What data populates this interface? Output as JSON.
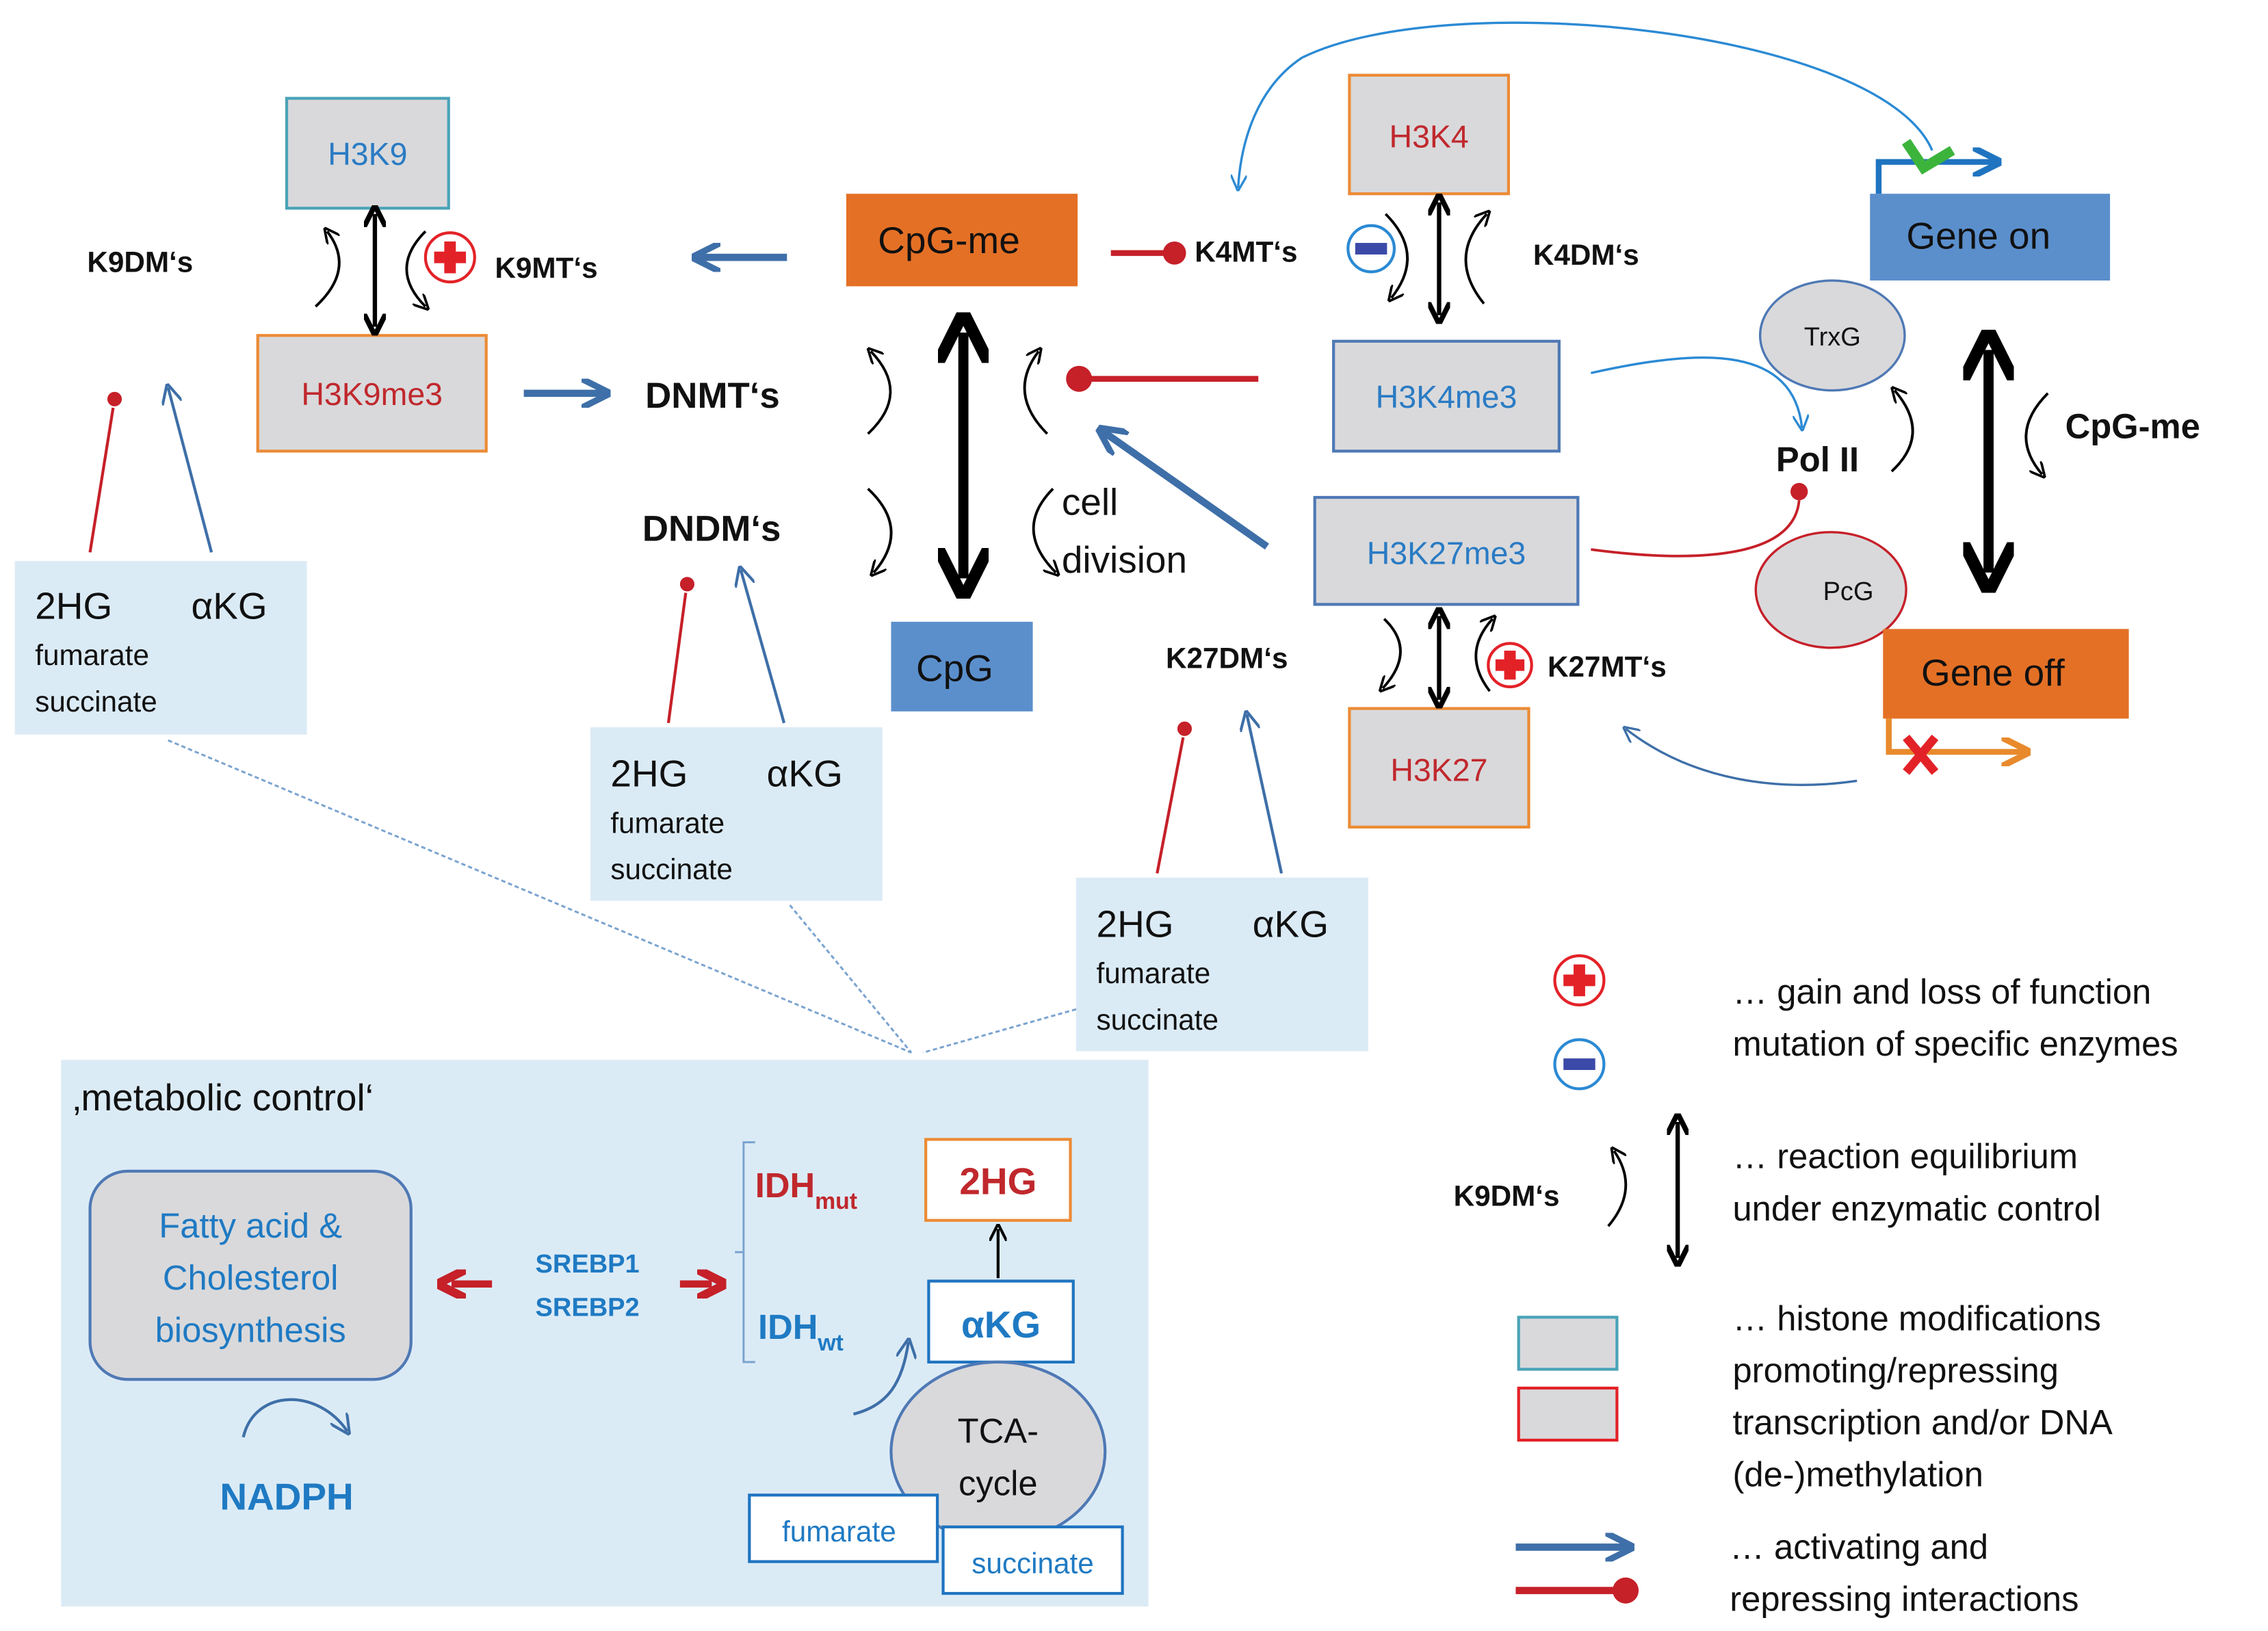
{
  "nodes": {
    "h3k9": "H3K9",
    "h3k9me3": "H3K9me3",
    "cpg_me": "CpG-me",
    "cpg": "CpG",
    "h3k4": "H3K4",
    "h3k4me3": "H3K4me3",
    "h3k27me3": "H3K27me3",
    "h3k27": "H3K27",
    "gene_on": "Gene on",
    "gene_off": "Gene off",
    "trxg": "TrxG",
    "pcg": "PcG",
    "pol2": "Pol II"
  },
  "enzymes": {
    "k9dm": "K9DM‘s",
    "k9mt": "K9MT‘s",
    "dnmt": "DNMT‘s",
    "dndm": "DNDM‘s",
    "k4mt": "K4MT‘s",
    "k4dm": "K4DM‘s",
    "k27dm": "K27DM‘s",
    "k27mt": "K27MT‘s",
    "cpg_me_right": "CpG-me",
    "cell": "cell",
    "division": "division"
  },
  "metabolite_boxes": [
    {
      "a": "2HG",
      "b": "αKG",
      "c": "fumarate",
      "d": "succinate"
    },
    {
      "a": "2HG",
      "b": "αKG",
      "c": "fumarate",
      "d": "succinate"
    },
    {
      "a": "2HG",
      "b": "αKG",
      "c": "fumarate",
      "d": "succinate"
    }
  ],
  "metabolic": {
    "title": "‚metabolic control‘",
    "fatty_1": "Fatty acid &",
    "fatty_2": "Cholesterol",
    "fatty_3": "biosynthesis",
    "nadph": "NADPH",
    "srebp1": "SREBP1",
    "srebp2": "SREBP2",
    "idh_mut": "IDH",
    "idh_mut_sub": "mut",
    "idh_wt": "IDH",
    "idh_wt_sub": "wt",
    "hg2": "2HG",
    "akg": "αKG",
    "tca_1": "TCA-",
    "tca_2": "cycle",
    "fumarate": "fumarate",
    "succinate": "succinate"
  },
  "legend": {
    "mutation_1": "… gain and loss of function",
    "mutation_2": "mutation of specific enzymes",
    "equil_label": "K9DM‘s",
    "equil_1": "… reaction equilibrium",
    "equil_2": "under enzymatic control",
    "histone_1": "… histone modifications",
    "histone_2": "promoting/repressing",
    "histone_3": "transcription and/or DNA",
    "histone_4": "(de-)methylation",
    "inter_1": "… activating and",
    "inter_2": "repressing interactions"
  },
  "colors": {
    "activating": "#3e6fa8",
    "repressing": "#c62029",
    "orange": "#e47025",
    "blue_box": "#5b8fcc",
    "grey_box": "#d9d9db",
    "light_blue": "#dbebf6"
  }
}
